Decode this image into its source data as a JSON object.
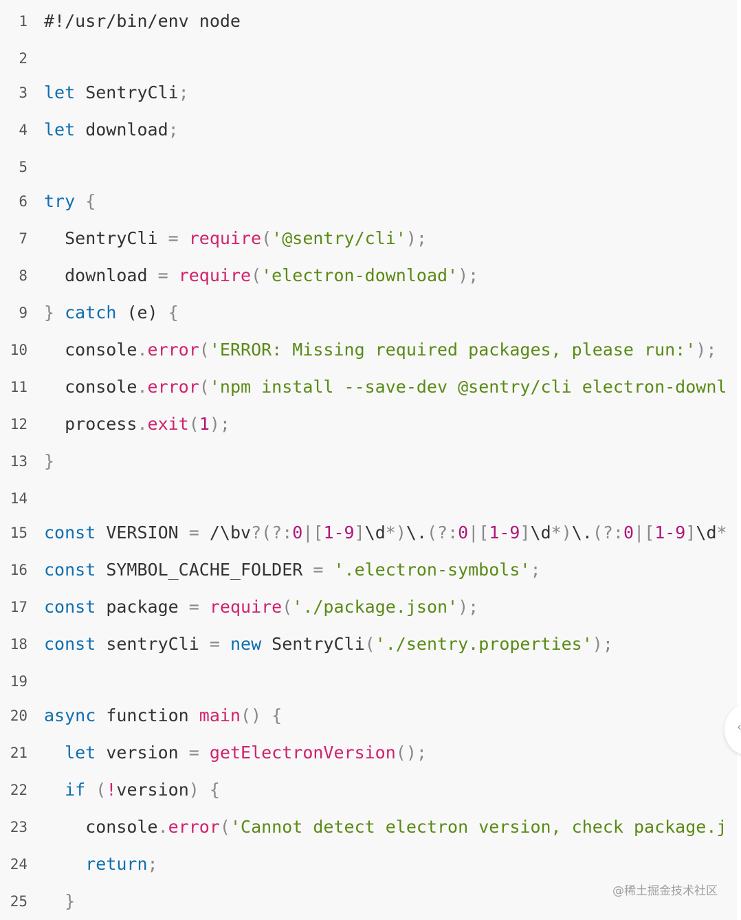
{
  "code": {
    "lines": [
      {
        "number": "1",
        "tokens": [
          {
            "t": "#!/usr/bin/env node",
            "c": "plain"
          }
        ]
      },
      {
        "number": "2",
        "tokens": []
      },
      {
        "number": "3",
        "tokens": [
          {
            "t": "let",
            "c": "keyword"
          },
          {
            "t": " SentryCli",
            "c": "plain"
          },
          {
            "t": ";",
            "c": "punct"
          }
        ]
      },
      {
        "number": "4",
        "tokens": [
          {
            "t": "let",
            "c": "keyword"
          },
          {
            "t": " download",
            "c": "plain"
          },
          {
            "t": ";",
            "c": "punct"
          }
        ]
      },
      {
        "number": "5",
        "tokens": []
      },
      {
        "number": "6",
        "tokens": [
          {
            "t": "try",
            "c": "keyword"
          },
          {
            "t": " ",
            "c": "plain"
          },
          {
            "t": "{",
            "c": "punct"
          }
        ]
      },
      {
        "number": "7",
        "tokens": [
          {
            "t": "  SentryCli ",
            "c": "plain"
          },
          {
            "t": "=",
            "c": "punct"
          },
          {
            "t": " ",
            "c": "plain"
          },
          {
            "t": "require",
            "c": "function"
          },
          {
            "t": "(",
            "c": "punct"
          },
          {
            "t": "'@sentry/cli'",
            "c": "string"
          },
          {
            "t": ");",
            "c": "punct"
          }
        ]
      },
      {
        "number": "8",
        "tokens": [
          {
            "t": "  download ",
            "c": "plain"
          },
          {
            "t": "=",
            "c": "punct"
          },
          {
            "t": " ",
            "c": "plain"
          },
          {
            "t": "require",
            "c": "function"
          },
          {
            "t": "(",
            "c": "punct"
          },
          {
            "t": "'electron-download'",
            "c": "string"
          },
          {
            "t": ");",
            "c": "punct"
          }
        ]
      },
      {
        "number": "9",
        "tokens": [
          {
            "t": "}",
            "c": "punct"
          },
          {
            "t": " ",
            "c": "plain"
          },
          {
            "t": "catch",
            "c": "keyword"
          },
          {
            "t": " (e) ",
            "c": "plain"
          },
          {
            "t": "{",
            "c": "punct"
          }
        ]
      },
      {
        "number": "10",
        "tokens": [
          {
            "t": "  console",
            "c": "plain"
          },
          {
            "t": ".",
            "c": "punct"
          },
          {
            "t": "error",
            "c": "function"
          },
          {
            "t": "(",
            "c": "punct"
          },
          {
            "t": "'ERROR: Missing required packages, please run:'",
            "c": "string"
          },
          {
            "t": ");",
            "c": "punct"
          }
        ]
      },
      {
        "number": "11",
        "tokens": [
          {
            "t": "  console",
            "c": "plain"
          },
          {
            "t": ".",
            "c": "punct"
          },
          {
            "t": "error",
            "c": "function"
          },
          {
            "t": "(",
            "c": "punct"
          },
          {
            "t": "'npm install --save-dev @sentry/cli electron-downl",
            "c": "string"
          }
        ]
      },
      {
        "number": "12",
        "tokens": [
          {
            "t": "  process",
            "c": "plain"
          },
          {
            "t": ".",
            "c": "punct"
          },
          {
            "t": "exit",
            "c": "function"
          },
          {
            "t": "(",
            "c": "punct"
          },
          {
            "t": "1",
            "c": "number"
          },
          {
            "t": ");",
            "c": "punct"
          }
        ]
      },
      {
        "number": "13",
        "tokens": [
          {
            "t": "}",
            "c": "punct"
          }
        ]
      },
      {
        "number": "14",
        "tokens": []
      },
      {
        "number": "15",
        "tokens": [
          {
            "t": "const",
            "c": "keyword"
          },
          {
            "t": " VERSION ",
            "c": "plain"
          },
          {
            "t": "=",
            "c": "punct"
          },
          {
            "t": " /\\bv",
            "c": "plain"
          },
          {
            "t": "?(?:",
            "c": "punct"
          },
          {
            "t": "0",
            "c": "number"
          },
          {
            "t": "|[",
            "c": "punct"
          },
          {
            "t": "1-9",
            "c": "number"
          },
          {
            "t": "]",
            "c": "punct"
          },
          {
            "t": "\\d",
            "c": "plain"
          },
          {
            "t": "*)",
            "c": "punct"
          },
          {
            "t": "\\.",
            "c": "plain"
          },
          {
            "t": "(?:",
            "c": "punct"
          },
          {
            "t": "0",
            "c": "number"
          },
          {
            "t": "|[",
            "c": "punct"
          },
          {
            "t": "1-9",
            "c": "number"
          },
          {
            "t": "]",
            "c": "punct"
          },
          {
            "t": "\\d",
            "c": "plain"
          },
          {
            "t": "*)",
            "c": "punct"
          },
          {
            "t": "\\.",
            "c": "plain"
          },
          {
            "t": "(?:",
            "c": "punct"
          },
          {
            "t": "0",
            "c": "number"
          },
          {
            "t": "|[",
            "c": "punct"
          },
          {
            "t": "1-9",
            "c": "number"
          },
          {
            "t": "]",
            "c": "punct"
          },
          {
            "t": "\\d",
            "c": "plain"
          },
          {
            "t": "*",
            "c": "punct"
          }
        ]
      },
      {
        "number": "16",
        "tokens": [
          {
            "t": "const",
            "c": "keyword"
          },
          {
            "t": " SYMBOL_CACHE_FOLDER ",
            "c": "plain"
          },
          {
            "t": "=",
            "c": "punct"
          },
          {
            "t": " ",
            "c": "plain"
          },
          {
            "t": "'.electron-symbols'",
            "c": "string"
          },
          {
            "t": ";",
            "c": "punct"
          }
        ]
      },
      {
        "number": "17",
        "tokens": [
          {
            "t": "const",
            "c": "keyword"
          },
          {
            "t": " package ",
            "c": "plain"
          },
          {
            "t": "=",
            "c": "punct"
          },
          {
            "t": " ",
            "c": "plain"
          },
          {
            "t": "require",
            "c": "function"
          },
          {
            "t": "(",
            "c": "punct"
          },
          {
            "t": "'./package.json'",
            "c": "string"
          },
          {
            "t": ");",
            "c": "punct"
          }
        ]
      },
      {
        "number": "18",
        "tokens": [
          {
            "t": "const",
            "c": "keyword"
          },
          {
            "t": " sentryCli ",
            "c": "plain"
          },
          {
            "t": "=",
            "c": "punct"
          },
          {
            "t": " ",
            "c": "plain"
          },
          {
            "t": "new",
            "c": "keyword"
          },
          {
            "t": " SentryCli",
            "c": "plain"
          },
          {
            "t": "(",
            "c": "punct"
          },
          {
            "t": "'./sentry.properties'",
            "c": "string"
          },
          {
            "t": ");",
            "c": "punct"
          }
        ]
      },
      {
        "number": "19",
        "tokens": []
      },
      {
        "number": "20",
        "tokens": [
          {
            "t": "async",
            "c": "keyword"
          },
          {
            "t": " function ",
            "c": "plain"
          },
          {
            "t": "main",
            "c": "function"
          },
          {
            "t": "() {",
            "c": "punct"
          }
        ]
      },
      {
        "number": "21",
        "tokens": [
          {
            "t": "  ",
            "c": "plain"
          },
          {
            "t": "let",
            "c": "keyword"
          },
          {
            "t": " version ",
            "c": "plain"
          },
          {
            "t": "=",
            "c": "punct"
          },
          {
            "t": " ",
            "c": "plain"
          },
          {
            "t": "getElectronVersion",
            "c": "function"
          },
          {
            "t": "();",
            "c": "punct"
          }
        ]
      },
      {
        "number": "22",
        "tokens": [
          {
            "t": "  ",
            "c": "plain"
          },
          {
            "t": "if",
            "c": "keyword"
          },
          {
            "t": " (",
            "c": "punct"
          },
          {
            "t": "!",
            "c": "function"
          },
          {
            "t": "version",
            "c": "plain"
          },
          {
            "t": ") {",
            "c": "punct"
          }
        ]
      },
      {
        "number": "23",
        "tokens": [
          {
            "t": "    console",
            "c": "plain"
          },
          {
            "t": ".",
            "c": "punct"
          },
          {
            "t": "error",
            "c": "function"
          },
          {
            "t": "(",
            "c": "punct"
          },
          {
            "t": "'Cannot detect electron version, check package.j",
            "c": "string"
          }
        ]
      },
      {
        "number": "24",
        "tokens": [
          {
            "t": "    ",
            "c": "plain"
          },
          {
            "t": "return",
            "c": "keyword"
          },
          {
            "t": ";",
            "c": "punct"
          }
        ]
      },
      {
        "number": "25",
        "tokens": [
          {
            "t": "  ",
            "c": "plain"
          },
          {
            "t": "}",
            "c": "punct"
          }
        ]
      }
    ]
  },
  "watermark": "@稀土掘金技术社区",
  "colors": {
    "background": "#f8f8f8",
    "keyword": "#0f6fb0",
    "function": "#d0226d",
    "string": "#5a8a16",
    "number": "#b01779",
    "punct": "#888888",
    "plain": "#333333"
  }
}
